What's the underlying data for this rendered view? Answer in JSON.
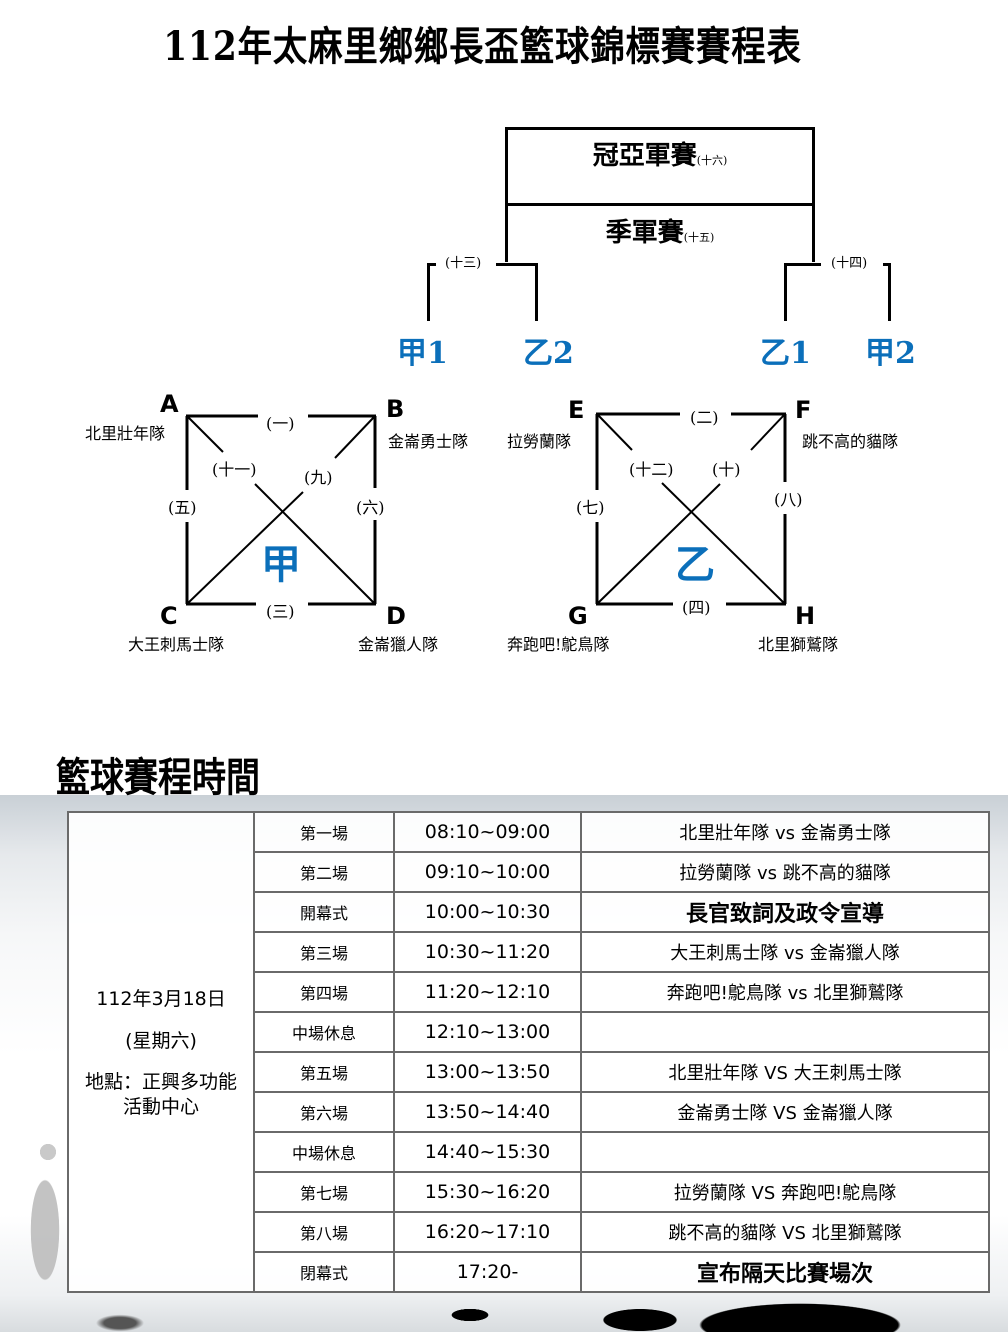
{
  "title": "112年太麻里鄉鄉長盃籃球錦標賽賽程表",
  "bracket": {
    "final": {
      "label": "冠亞軍賽",
      "game": "(十六)"
    },
    "third_place": {
      "label": "季軍賽",
      "game": "(十五)"
    },
    "semifinal_left": {
      "game": "(十三)",
      "seeds": [
        "甲1",
        "乙2"
      ]
    },
    "semifinal_right": {
      "game": "(十四)",
      "seeds": [
        "乙1",
        "甲2"
      ]
    },
    "seed_color": "#0b6fba"
  },
  "groups": [
    {
      "name": "甲",
      "corners": [
        {
          "letter": "A",
          "team": "北里壯年隊"
        },
        {
          "letter": "B",
          "team": "金崙勇士隊"
        },
        {
          "letter": "C",
          "team": "大王刺馬士隊"
        },
        {
          "letter": "D",
          "team": "金崙獵人隊"
        }
      ],
      "matches": {
        "top": "(一)",
        "bottom": "(三)",
        "left": "(五)",
        "right": "(六)",
        "diag_ad": "(十一)",
        "diag_bc": "(九)"
      }
    },
    {
      "name": "乙",
      "corners": [
        {
          "letter": "E",
          "team": "拉勞蘭隊"
        },
        {
          "letter": "F",
          "team": "跳不高的貓隊"
        },
        {
          "letter": "G",
          "team": "奔跑吧!鴕鳥隊"
        },
        {
          "letter": "H",
          "team": "北里獅鷲隊"
        }
      ],
      "matches": {
        "top": "(二)",
        "bottom": "(四)",
        "left": "(七)",
        "right": "(八)",
        "diag_eh": "(十二)",
        "diag_fg": "(十)"
      }
    }
  ],
  "schedule": {
    "title": "籃球賽程時間",
    "date": "112年3月18日",
    "weekday": "(星期六)",
    "location_line1": "地點：正興多功能",
    "location_line2": "活動中心",
    "rows": [
      {
        "game": "第一場",
        "time": "08:10~09:00",
        "match": "北里壯年隊 vs 金崙勇士隊",
        "bold": false
      },
      {
        "game": "第二場",
        "time": "09:10~10:00",
        "match": "拉勞蘭隊 vs 跳不高的貓隊",
        "bold": false
      },
      {
        "game": "開幕式",
        "time": "10:00~10:30",
        "match": "長官致詞及政令宣導",
        "bold": true
      },
      {
        "game": "第三場",
        "time": "10:30~11:20",
        "match": "大王刺馬士隊 vs 金崙獵人隊",
        "bold": false
      },
      {
        "game": "第四場",
        "time": "11:20~12:10",
        "match": "奔跑吧!鴕鳥隊 vs 北里獅鷲隊",
        "bold": false
      },
      {
        "game": "中場休息",
        "time": "12:10~13:00",
        "match": "",
        "bold": false
      },
      {
        "game": "第五場",
        "time": "13:00~13:50",
        "match": "北里壯年隊 VS 大王刺馬士隊",
        "bold": false
      },
      {
        "game": "第六場",
        "time": "13:50~14:40",
        "match": "金崙勇士隊 VS 金崙獵人隊",
        "bold": false
      },
      {
        "game": "中場休息",
        "time": "14:40~15:30",
        "match": "",
        "bold": false
      },
      {
        "game": "第七場",
        "time": "15:30~16:20",
        "match": "拉勞蘭隊 VS 奔跑吧!鴕鳥隊",
        "bold": false
      },
      {
        "game": "第八場",
        "time": "16:20~17:10",
        "match": "跳不高的貓隊 VS 北里獅鷲隊",
        "bold": false
      },
      {
        "game": "閉幕式",
        "time": "17:20-",
        "match": "宣布隔天比賽場次",
        "bold": true
      }
    ]
  }
}
